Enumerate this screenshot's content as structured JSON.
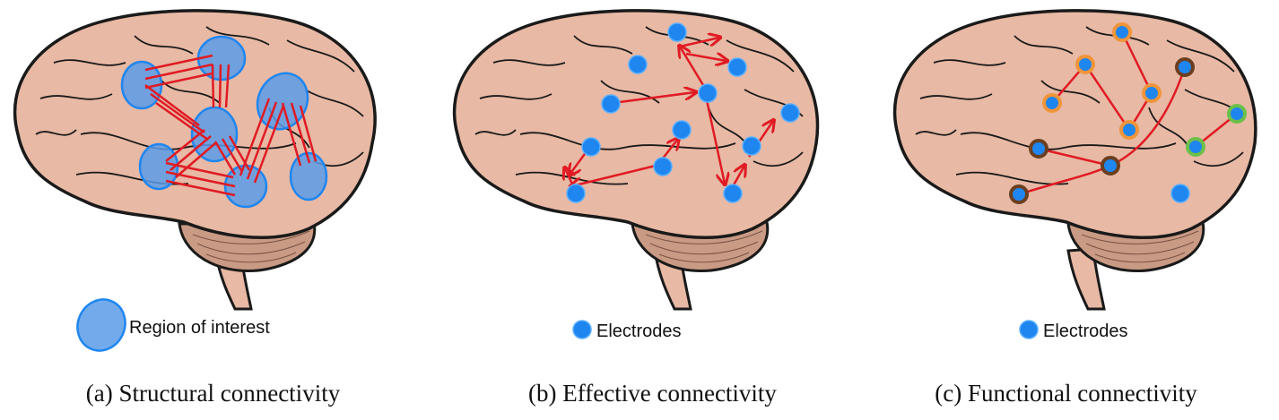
{
  "panels": [
    {
      "id": "a",
      "legend": "Region of interest",
      "caption": "(a) Structural connectivity"
    },
    {
      "id": "b",
      "legend": "Electrodes",
      "caption": "(b) Effective connectivity"
    },
    {
      "id": "c",
      "legend": "Electrodes",
      "caption": "(c) Functional connectivity"
    }
  ],
  "colors": {
    "brain_fill": "#e8b9a4",
    "brain_outline": "#1a1a1a",
    "cerebellum": "#c99a84",
    "region_fill": "#5b9be8",
    "electrode": "#1f86f0",
    "connection": "#e01b24",
    "cluster_orange": "#f0953a",
    "cluster_brown": "#6b3f1f",
    "cluster_green": "#6cc04a"
  }
}
